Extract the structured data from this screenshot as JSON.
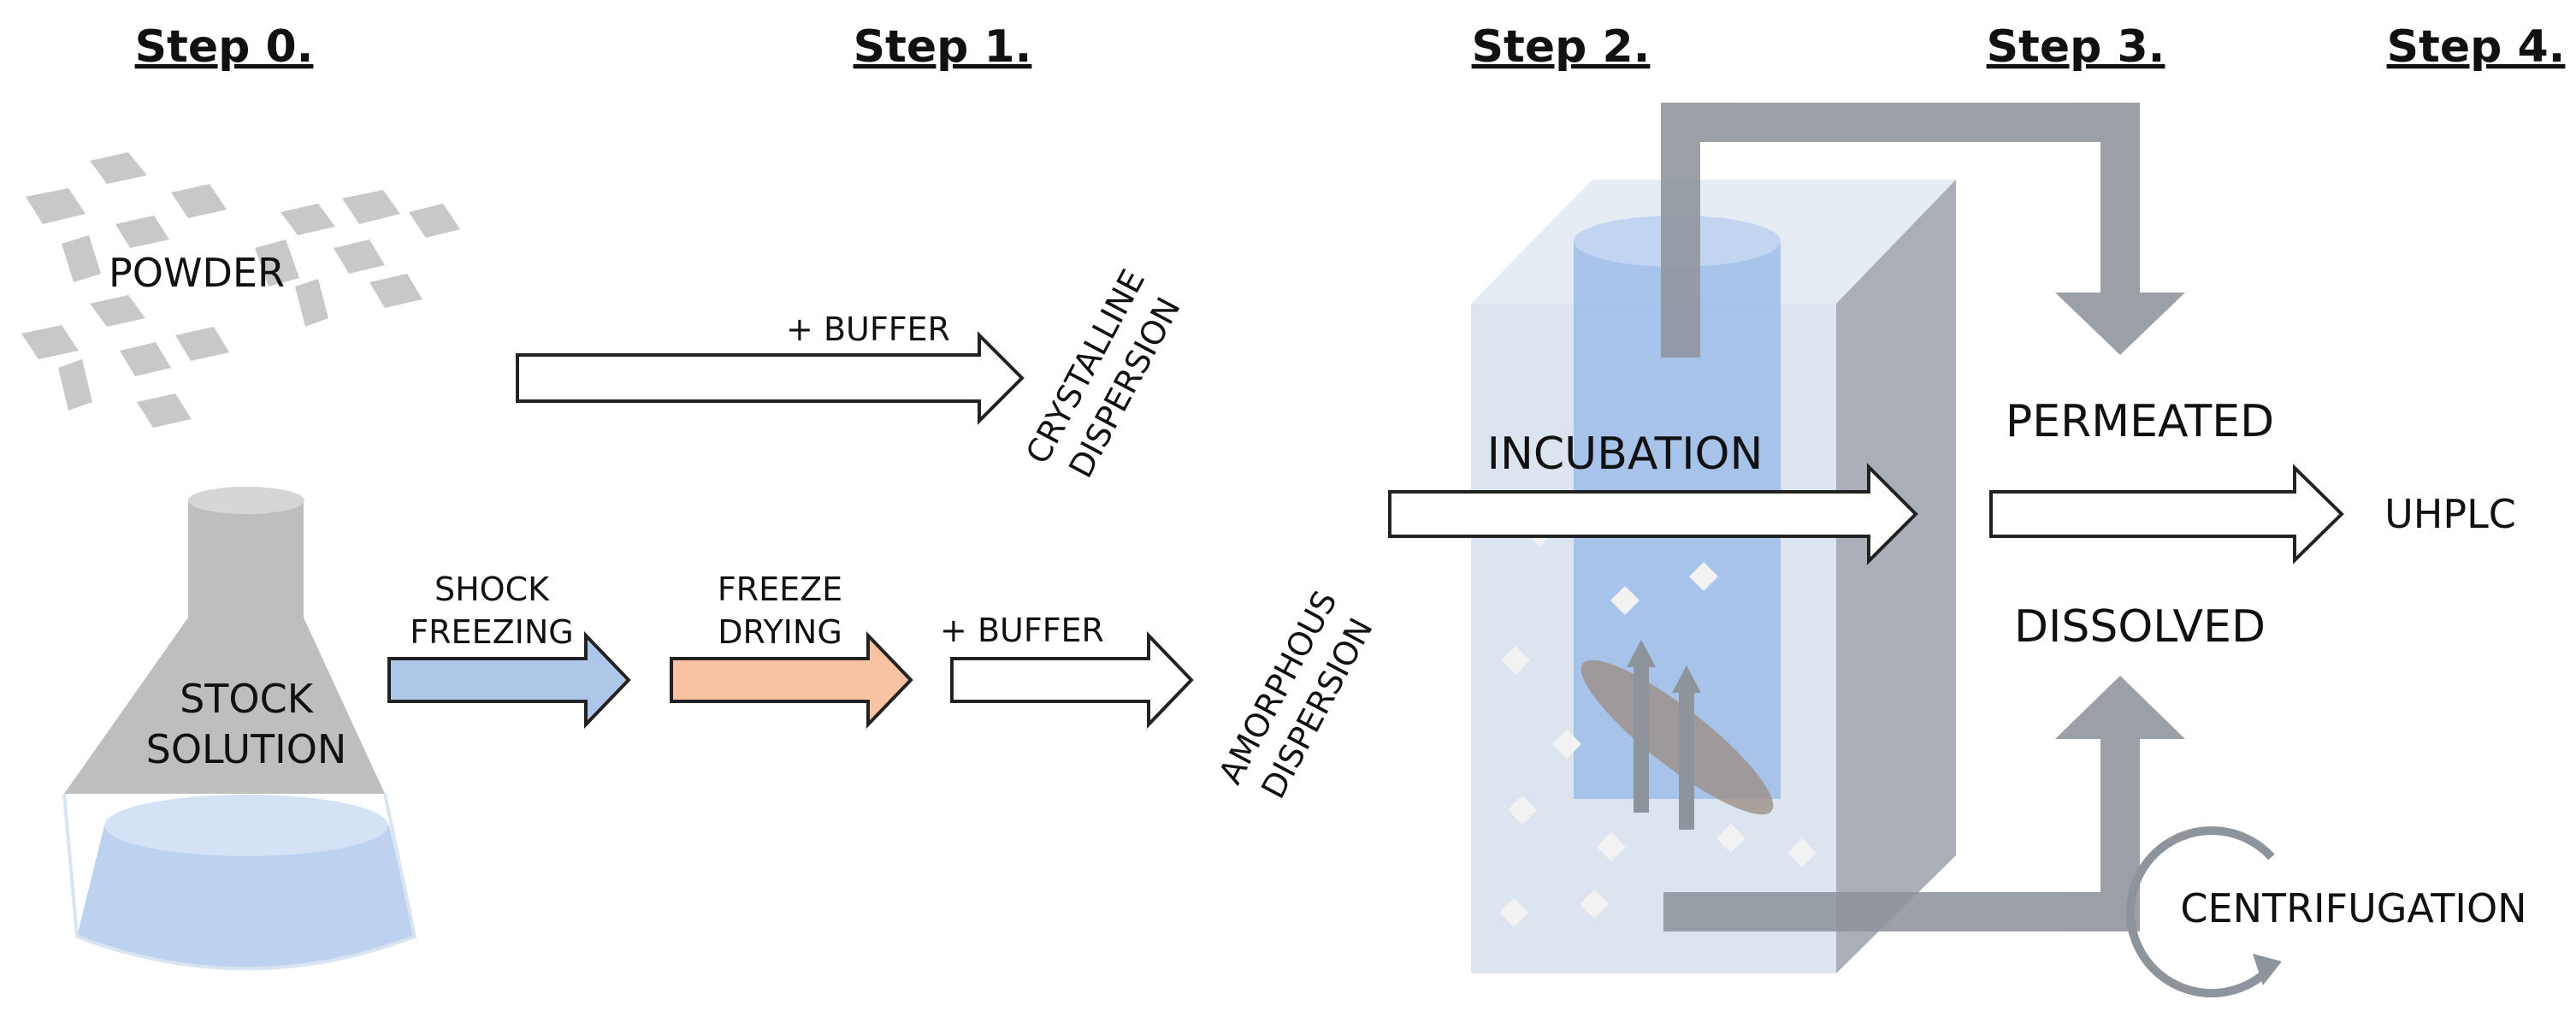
{
  "steps": [
    "Step 0.",
    "Step 1.",
    "Step 2.",
    "Step 3.",
    "Step 4."
  ],
  "labels": {
    "powder": "POWDER",
    "stock_line1": "STOCK",
    "stock_line2": "SOLUTION",
    "buffer_top": "+ BUFFER",
    "crystalline_line1": "CRYSTALLINE",
    "crystalline_line2": "DISPERSION",
    "shock_line1": "SHOCK",
    "shock_line2": "FREEZING",
    "freeze_line1": "FREEZE",
    "freeze_line2": "DRYING",
    "buffer_bottom": "+ BUFFER",
    "amorphous_line1": "AMORPHOUS",
    "amorphous_line2": "DISPERSION",
    "incubation": "INCUBATION",
    "permeated": "PERMEATED",
    "dissolved": "DISSOLVED",
    "uhplc": "UHPLC",
    "centrifugation": "CENTRIFUGATION"
  },
  "colors": {
    "powder_flake": "#c8c8c8",
    "flask_glass": "#bebebe",
    "flask_liquid": "#bcd2ee",
    "arrow_shock": "#aec6e8",
    "arrow_freeze": "#f7c3a3",
    "arrow_outline": "#222222",
    "box_front": "#dce4ef",
    "box_side": "#a9aeb7",
    "cylinder": "#9dbde8",
    "tube_gray": "#8e949c"
  }
}
